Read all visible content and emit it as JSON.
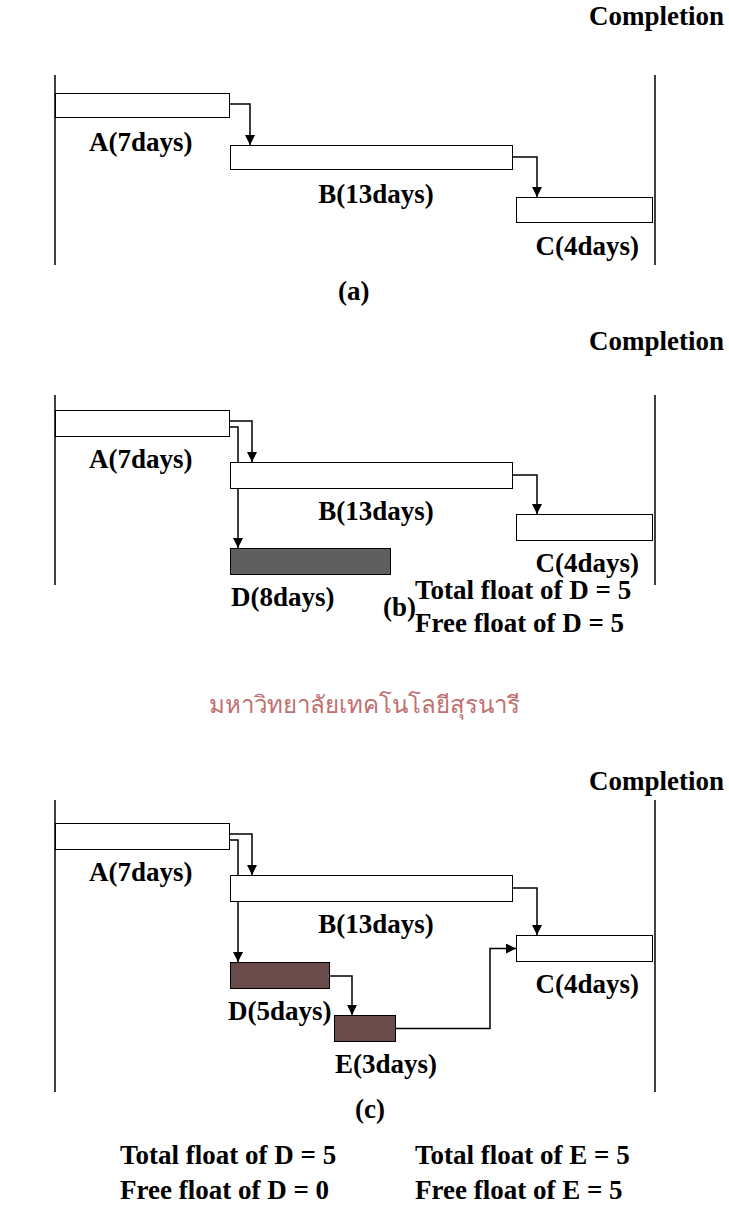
{
  "diagram": {
    "nodes": [
      {
        "text": [
          "A(7days)"
        ]
      },
      {
        "text": [
          "B(13days)"
        ]
      },
      {
        "text": [
          "C(4days)"
        ]
      },
      {
        "text": [
          "A(7days)"
        ]
      },
      {
        "text": [
          "B(13days)"
        ]
      },
      {
        "text": [
          "C(4days)"
        ]
      },
      {
        "text": [
          "D(8days)"
        ]
      },
      {
        "text": [
          "A(7days)"
        ]
      },
      {
        "text": [
          "B(13days)"
        ]
      },
      {
        "text": [
          "C(4days)"
        ]
      },
      {
        "text": [
          "D(5days)"
        ]
      },
      {
        "text": [
          "E(3days)"
        ]
      }
    ],
    "edges": [
      {
        "from": 0,
        "to": 1,
        "arrow": "to"
      },
      {
        "from": 1,
        "to": 2,
        "arrow": "to"
      },
      {
        "from": 3,
        "to": 4,
        "arrow": "to"
      },
      {
        "from": 3,
        "to": 6,
        "arrow": "to"
      },
      {
        "from": 4,
        "to": 5,
        "arrow": "to"
      },
      {
        "from": 7,
        "to": 8,
        "arrow": "to"
      },
      {
        "from": 7,
        "to": 10,
        "arrow": "to"
      },
      {
        "from": 8,
        "to": 9,
        "arrow": "to"
      },
      {
        "from": 10,
        "to": 11,
        "arrow": "to"
      },
      {
        "from": 11,
        "to": 9,
        "arrow": "to"
      }
    ],
    "labels": [
      "Completion",
      "(a)",
      "Completion",
      "(b)",
      "Total float of D = 5",
      "Free float of D = 5",
      "Completion",
      "(c)",
      "Total float of D = 5",
      "Total float of E = 5",
      "Free float of D = 0",
      "Free float of E = 5",
      "มหาวิทยาลัยเทคโนโลยีสุรนารี"
    ]
  }
}
